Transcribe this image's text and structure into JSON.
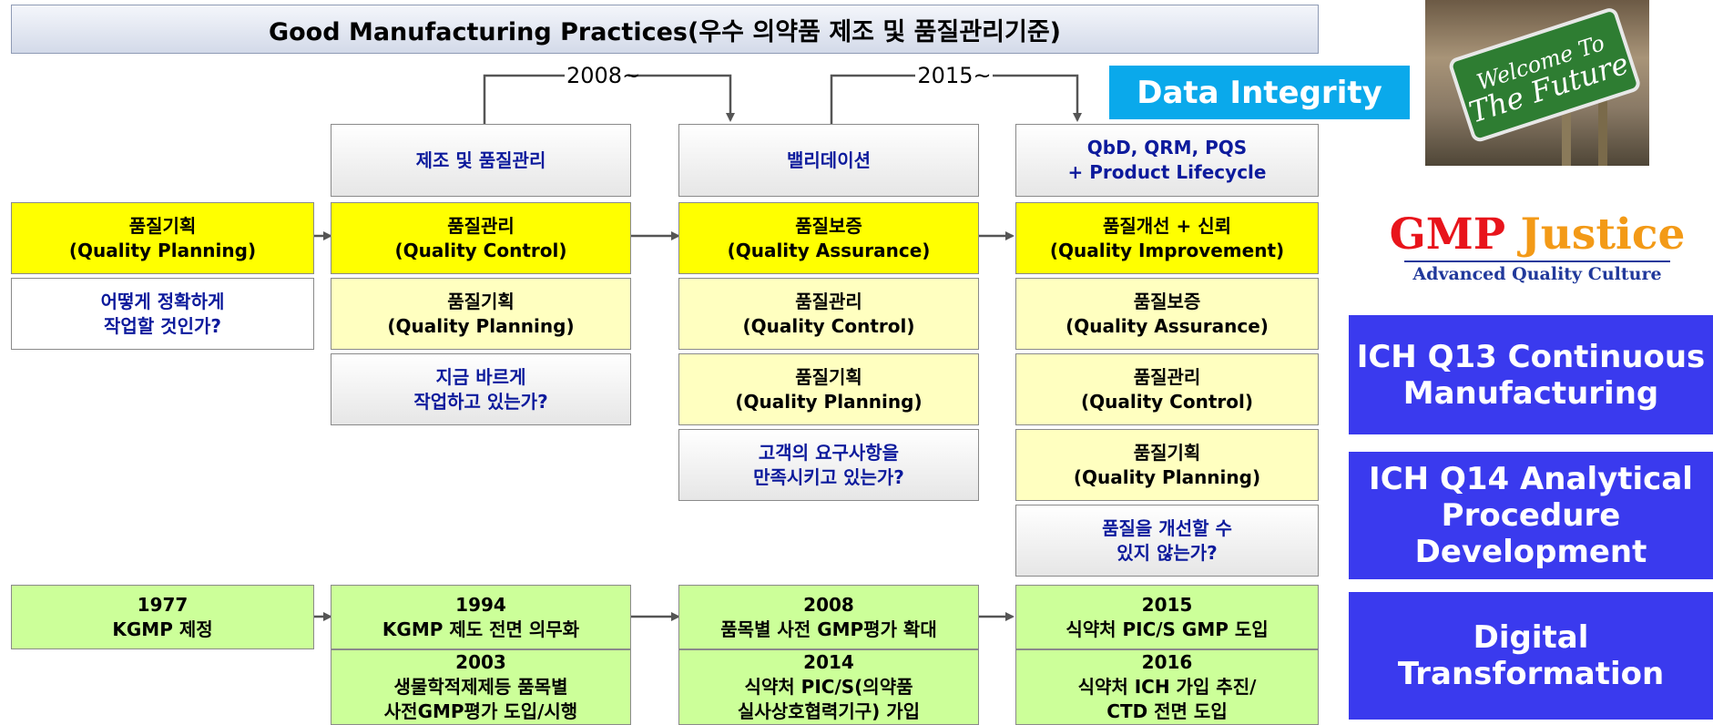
{
  "title": "Good Manufacturing Practices(우수 의약품 제조 및 품질관리기준)",
  "data_integrity": "Data Integrity",
  "years": {
    "y2008": "2008~",
    "y2015": "2015~"
  },
  "headers": {
    "c2": "제조 및 품질관리",
    "c3": "밸리데이션",
    "c4": [
      "QbD, QRM, PQS",
      "+ Product Lifecycle"
    ]
  },
  "quality": {
    "c1": [
      [
        "품질기획",
        "(Quality Planning)"
      ],
      [
        "어떻게 정확하게",
        "작업할 것인가?"
      ]
    ],
    "c2": [
      [
        "품질관리",
        "(Quality Control)"
      ],
      [
        "품질기획",
        "(Quality Planning)"
      ],
      [
        "지금 바르게",
        "작업하고 있는가?"
      ]
    ],
    "c3": [
      [
        "품질보증",
        "(Quality Assurance)"
      ],
      [
        "품질관리",
        "(Quality Control)"
      ],
      [
        "품질기획",
        "(Quality Planning)"
      ],
      [
        "고객의 요구사항을",
        "만족시키고 있는가?"
      ]
    ],
    "c4": [
      [
        "품질개선 + 신뢰",
        "(Quality Improvement)"
      ],
      [
        "품질보증",
        "(Quality Assurance)"
      ],
      [
        "품질관리",
        "(Quality Control)"
      ],
      [
        "품질기획",
        "(Quality Planning)"
      ],
      [
        "품질을 개선할 수",
        "있지 않는가?"
      ]
    ]
  },
  "history": {
    "c1": [
      "1977",
      "KGMP 제정"
    ],
    "c2": [
      [
        "1994",
        "KGMP 제도 전면 의무화"
      ],
      [
        "2003",
        "생물학적제제등 품목별",
        "사전GMP평가 도입/시행"
      ]
    ],
    "c3": [
      [
        "2008",
        "품목별 사전 GMP평가 확대"
      ],
      [
        "2014",
        "식약처 PIC/S(의약품",
        "실사상호협력기구) 가입"
      ]
    ],
    "c4": [
      [
        "2015",
        "식약처 PIC/S GMP 도입"
      ],
      [
        "2016",
        "식약처 ICH 가입 추진/",
        "CTD 전면 도입"
      ]
    ]
  },
  "brand": {
    "name_part1": "GMP",
    "name_part2": "Justice",
    "tagline": "Advanced Quality Culture"
  },
  "sign": {
    "line1": "Welcome To",
    "line2": "The Future"
  },
  "blue_boxes": [
    [
      "ICH Q13 Continuous",
      "Manufacturing"
    ],
    [
      "ICH Q14 Analytical",
      "Procedure",
      "Development"
    ],
    [
      "Digital",
      "Transformation"
    ]
  ],
  "colors": {
    "yellow": "#ffff00",
    "light_yellow": "#ffffc0",
    "green": "#ccff99",
    "navy_text": "#0c1a9c",
    "cyan": "#0aa9eb",
    "blue": "#3a3aee",
    "red": "#e8141b",
    "orange": "#f39a17"
  }
}
